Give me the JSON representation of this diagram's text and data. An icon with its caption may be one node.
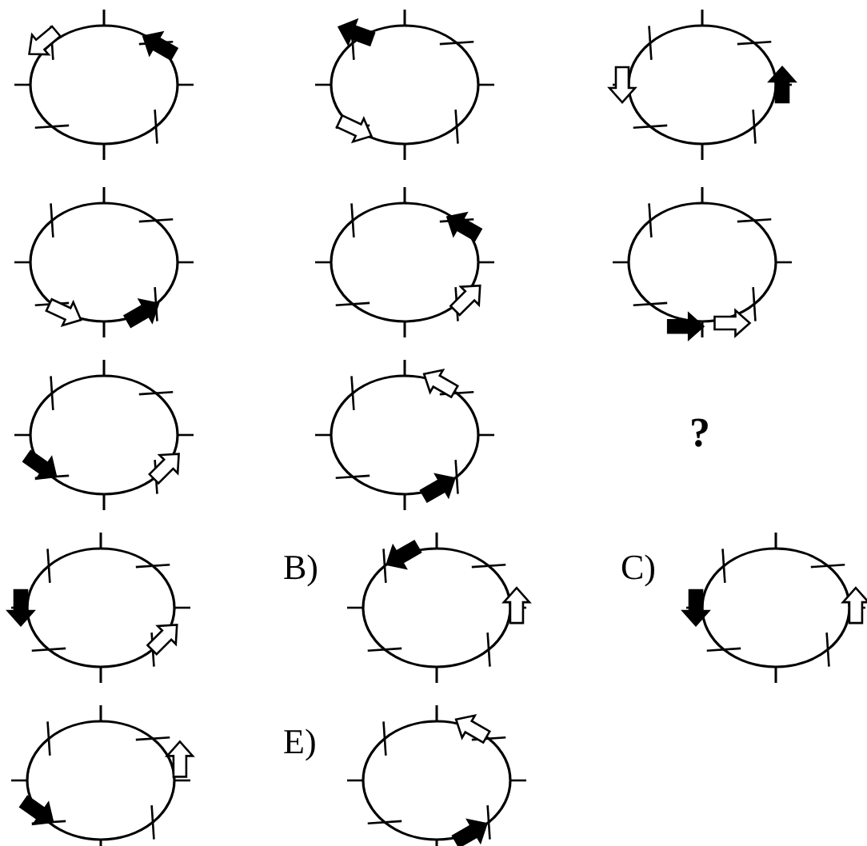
{
  "diagram": {
    "labels": [
      "?",
      "B)",
      "C)",
      "E)"
    ]
  }
}
